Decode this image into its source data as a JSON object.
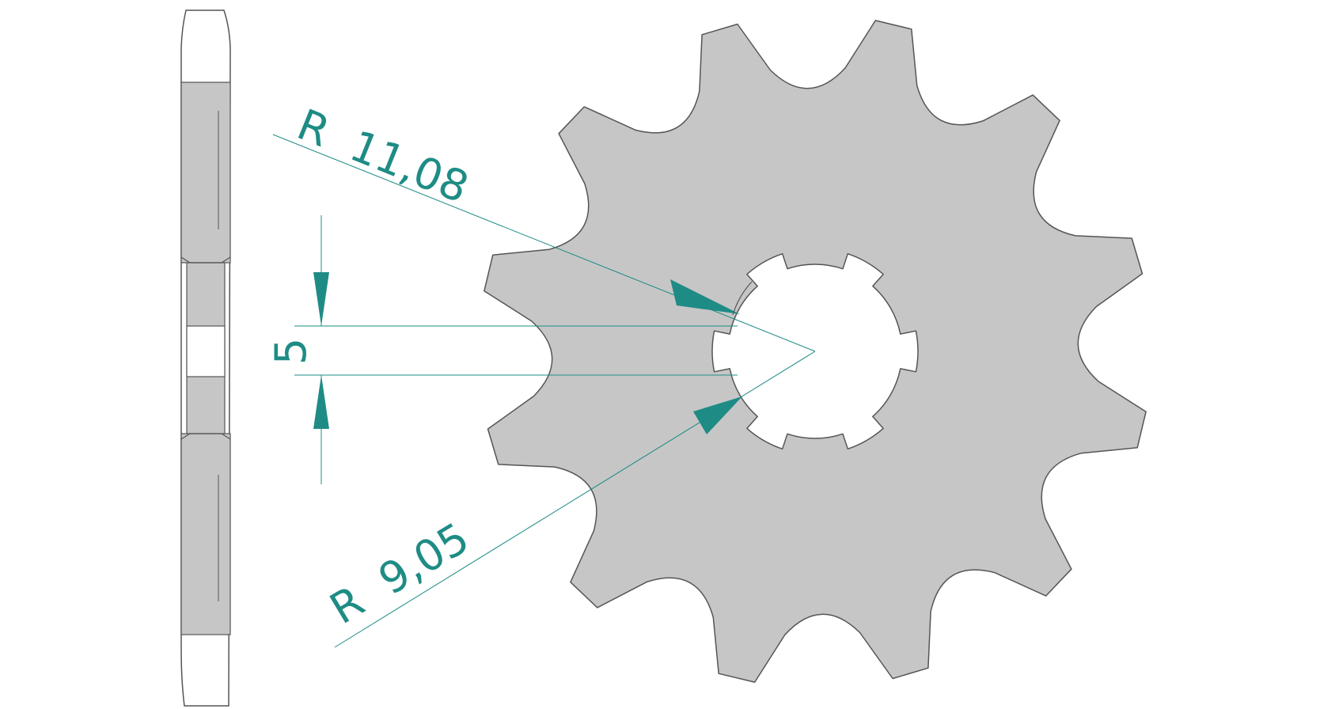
{
  "dimensions": {
    "outer_radius": "R  11,08",
    "inner_radius": "R  9,05",
    "spline_width": "5"
  },
  "colors": {
    "part_fill": "#c6c6c6",
    "outline": "#555555",
    "dimension": "#1e8c85",
    "background": "#ffffff"
  },
  "parts": {
    "sprocket_teeth": 12,
    "spline_teeth": 6
  }
}
